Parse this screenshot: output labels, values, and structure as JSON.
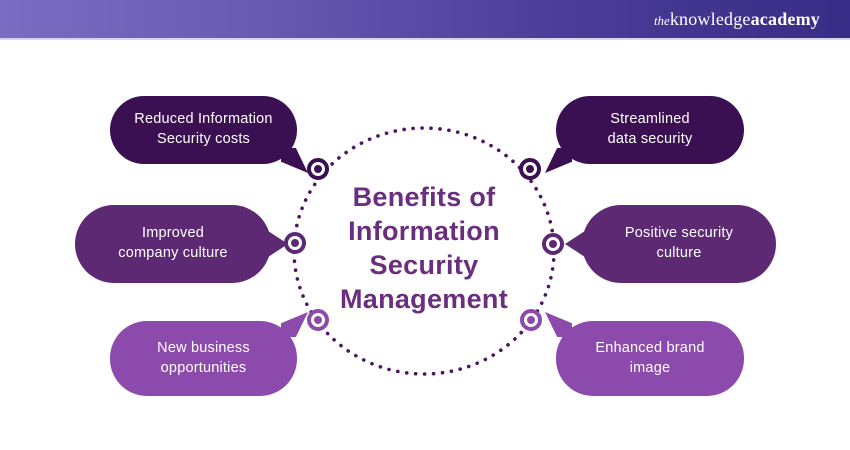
{
  "header": {
    "logo": {
      "the": "the",
      "knowledge": "knowledge",
      "academy": "academy"
    },
    "bar_gradient_left": "#7A6CC2",
    "bar_gradient_right": "#372C86"
  },
  "diagram": {
    "title": "Benefits of Information Security Management",
    "title_lines": [
      "Benefits of",
      "Information",
      "Security",
      "Management"
    ],
    "title_color": "#6B2E7E",
    "dot_ring_color": "#4C1562",
    "row_colors": {
      "top": "#3A1053",
      "middle": "#5E2973",
      "bottom": "#8C4BAC"
    },
    "benefits": [
      {
        "id": "reduced-information-security-costs",
        "line1": "Reduced Information",
        "line2": "Security costs",
        "position": "top-left",
        "color": "#3A1053"
      },
      {
        "id": "improved-company-culture",
        "line1": "Improved",
        "line2": "company culture",
        "position": "middle-left",
        "color": "#5E2973"
      },
      {
        "id": "new-business-opportunities",
        "line1": "New business",
        "line2": "opportunities",
        "position": "bottom-left",
        "color": "#8C4BAC"
      },
      {
        "id": "streamlined-data-security",
        "line1": "Streamlined",
        "line2": "data security",
        "position": "top-right",
        "color": "#3A1053"
      },
      {
        "id": "positive-security-culture",
        "line1": "Positive security",
        "line2": "culture",
        "position": "middle-right",
        "color": "#5E2973"
      },
      {
        "id": "enhanced-brand-image",
        "line1": "Enhanced brand",
        "line2": "image",
        "position": "bottom-right",
        "color": "#8C4BAC"
      }
    ]
  }
}
